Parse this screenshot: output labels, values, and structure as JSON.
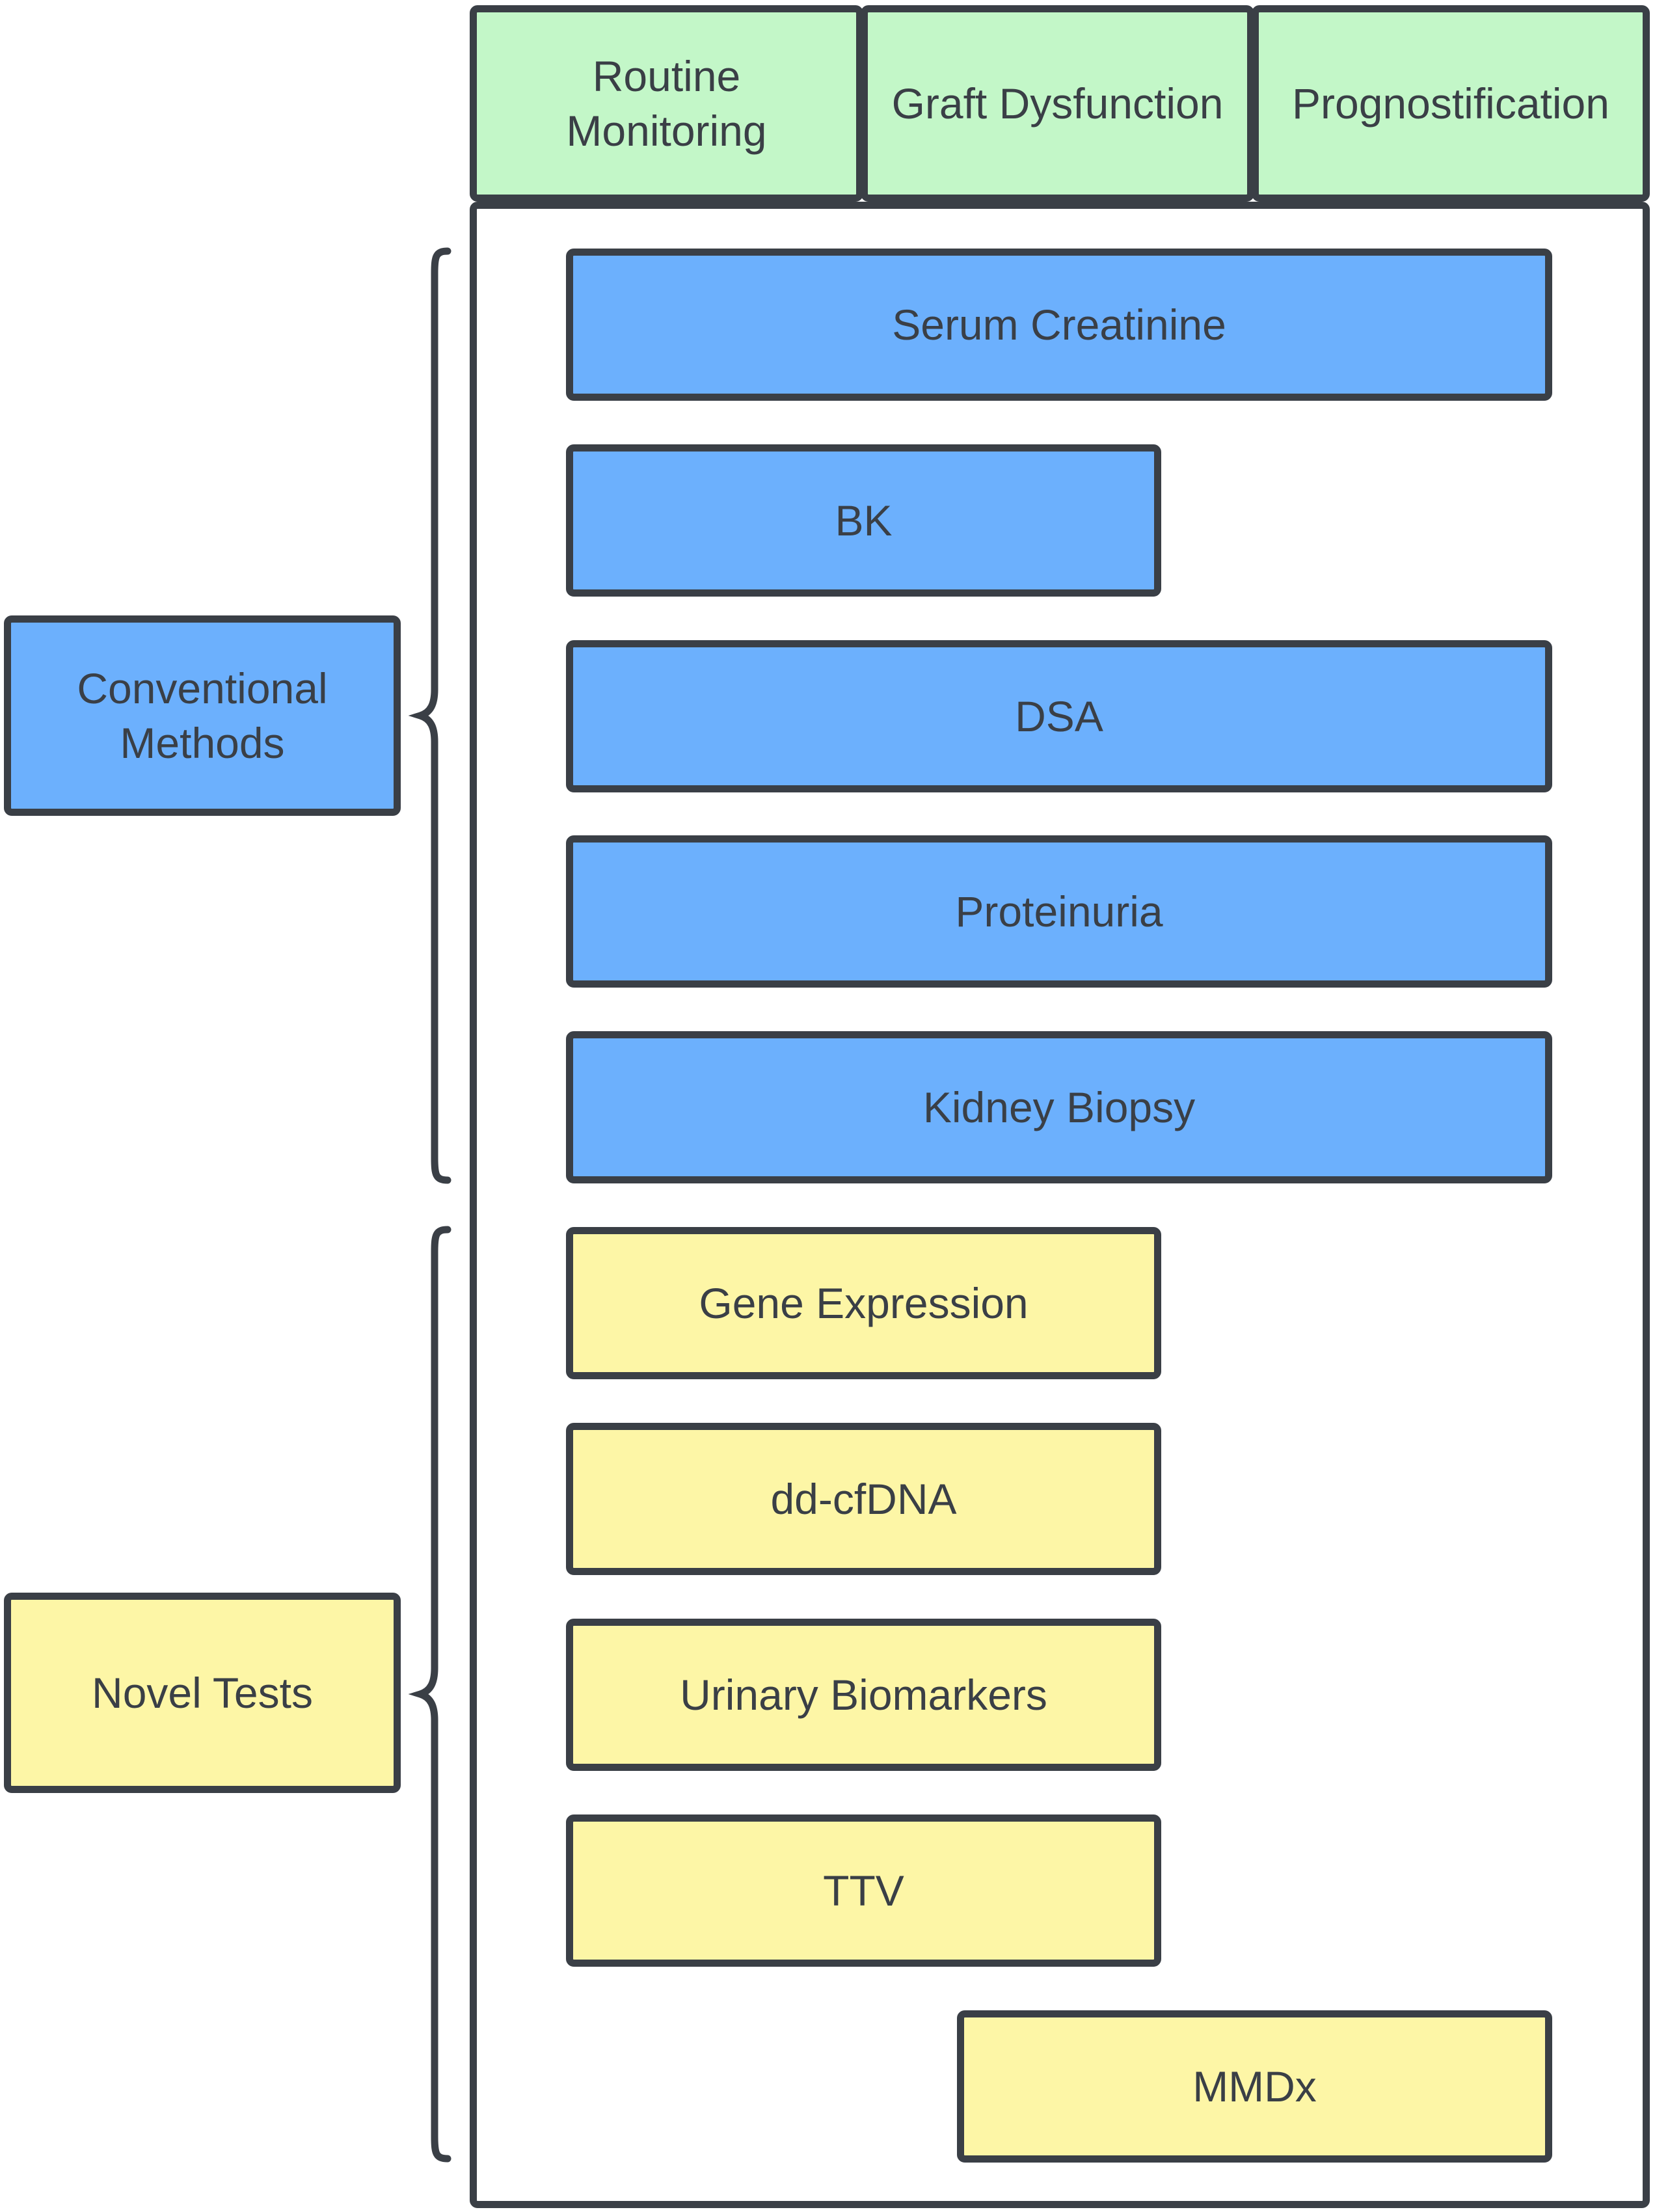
{
  "headers": {
    "routine_monitoring": "Routine\nMonitoring",
    "graft_dysfunction": "Graft Dysfunction",
    "prognostification": "Prognostification"
  },
  "groups": {
    "conventional": "Conventional\nMethods",
    "novel": "Novel Tests"
  },
  "conventional_methods": {
    "serum_creatinine": "Serum Creatinine",
    "bk": "BK",
    "dsa": "DSA",
    "proteinuria": "Proteinuria",
    "kidney_biopsy": "Kidney Biopsy"
  },
  "novel_tests": {
    "gene_expression": "Gene Expression",
    "dd_cfdna": "dd-cfDNA",
    "urinary_biomarkers": "Urinary Biomarkers",
    "ttv": "TTV",
    "mmdx": "MMDx"
  },
  "colors": {
    "header_fill": "#c3f7c8",
    "conventional_fill": "#6cb0fd",
    "novel_fill": "#fdf6a6",
    "outline": "#3a3f46"
  }
}
